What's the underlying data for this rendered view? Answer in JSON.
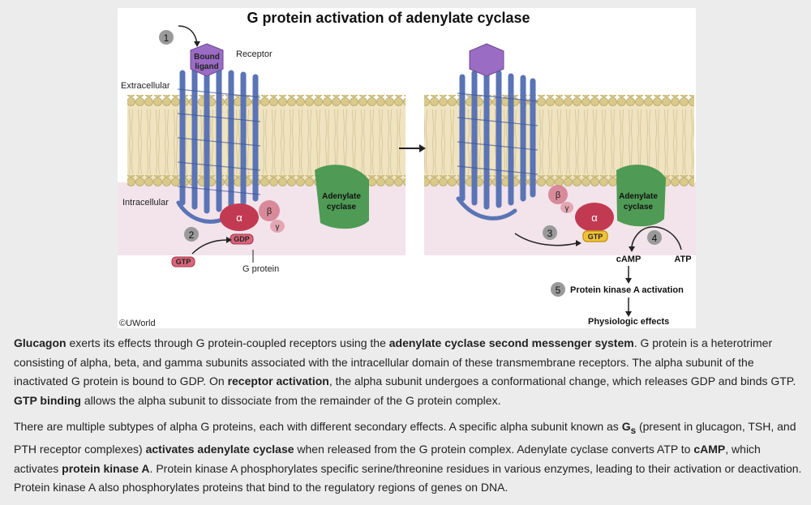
{
  "figure": {
    "title": "G protein activation of adenylate cyclase",
    "credit": "©UWorld",
    "labels": {
      "receptor": "Receptor",
      "bound_ligand_1": "Bound",
      "bound_ligand_2": "ligand",
      "extracellular": "Extracellular",
      "intracellular": "Intracellular",
      "adenylate_1": "Adenylate",
      "cyclase": "cyclase",
      "alpha": "α",
      "beta": "β",
      "gamma": "γ",
      "gdp": "GDP",
      "gtp": "GTP",
      "g_protein": "G protein",
      "camp": "cAMP",
      "atp": "ATP",
      "pka_activation": "Protein kinase A activation",
      "physiologic_effects": "Physiologic effects"
    },
    "steps": [
      "1",
      "2",
      "3",
      "4",
      "5"
    ],
    "colors": {
      "membrane_head": "#d9c98a",
      "membrane_tail": "#efe3c0",
      "receptor_helix": "#5a74b6",
      "ligand": "#9a6cc4",
      "alpha": "#c23a52",
      "beta_gamma": "#d88a9a",
      "cyclase": "#4f9a55",
      "intracellular_bg": "#f2e4ea",
      "step_circle": "#9a9a9a"
    }
  },
  "text": {
    "p1": {
      "a": "Glucagon",
      "b": " exerts its effects through G protein-coupled receptors using the ",
      "c": "adenylate cyclase second messenger system",
      "d": ".  G protein is a heterotrimer consisting of alpha, beta, and gamma subunits associated with the intracellular domain of these transmembrane receptors.  The alpha subunit of the inactivated G protein is bound to GDP.  On ",
      "e": "receptor activation",
      "f": ", the alpha subunit undergoes a conformational change, which releases GDP and binds GTP.  ",
      "g": "GTP binding",
      "h": " allows the alpha subunit to dissociate from the remainder of the G protein complex."
    },
    "p2": {
      "a": "There are multiple subtypes of alpha G proteins, each with different secondary effects.  A specific alpha subunit known as ",
      "b": "G",
      "b_sub": "s",
      "c": " (present in glucagon, TSH, and PTH receptor complexes) ",
      "d": "activates adenylate cyclase",
      "e": " when released from the G protein complex.  Adenylate cyclase converts ATP to ",
      "f": "cAMP",
      "g": ", which activates ",
      "h": "protein kinase A",
      "i": ".  Protein kinase A phosphorylates specific serine/threonine residues in various enzymes, leading to their activation or deactivation.  Protein kinase A also phosphorylates proteins that bind to the regulatory regions of genes on DNA."
    }
  }
}
